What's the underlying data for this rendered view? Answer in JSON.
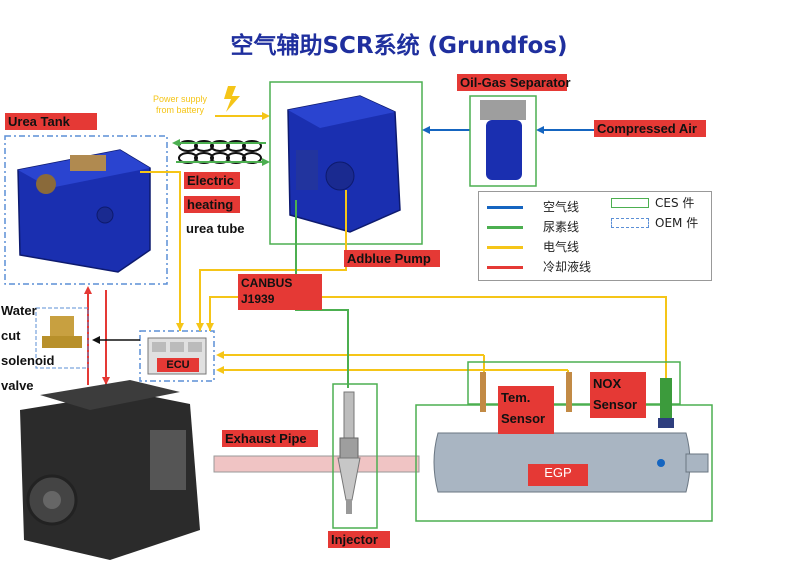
{
  "title": "空气辅助SCR系统 (Grundfos)",
  "labels": {
    "urea_tank": "Urea Tank",
    "oil_gas_separator": "Oil-Gas Separator",
    "compressed_air": "Compressed Air",
    "power_supply": "Power supply from battery",
    "electric": "Electric",
    "heating": "heating",
    "urea_tube": "urea tube",
    "adblue_pump": "Adblue Pump",
    "canbus": "CANBUS J1939",
    "water_cut_solenoid_valve": "Water cut solenoid valve",
    "ecu": "ECU",
    "exhaust_pipe": "Exhaust Pipe",
    "tem_sensor": "Tem. Sensor",
    "nox_sensor": "NOX Sensor",
    "egp": "EGP",
    "injector": "Injector"
  },
  "legend": {
    "air_line": "空气线",
    "urea_line": "尿素线",
    "electric_line": "电气线",
    "coolant_line": "冷却液线",
    "ces_part": "CES 件",
    "oem_part": "OEM 件"
  },
  "colors": {
    "air": "#1565c0",
    "urea": "#4caf50",
    "electric": "#f5c518",
    "coolant": "#e53935",
    "ces_box": "#4caf50",
    "oem_box": "#5b8fd6",
    "title": "#1f2f9e",
    "label_bg": "#e53935"
  }
}
